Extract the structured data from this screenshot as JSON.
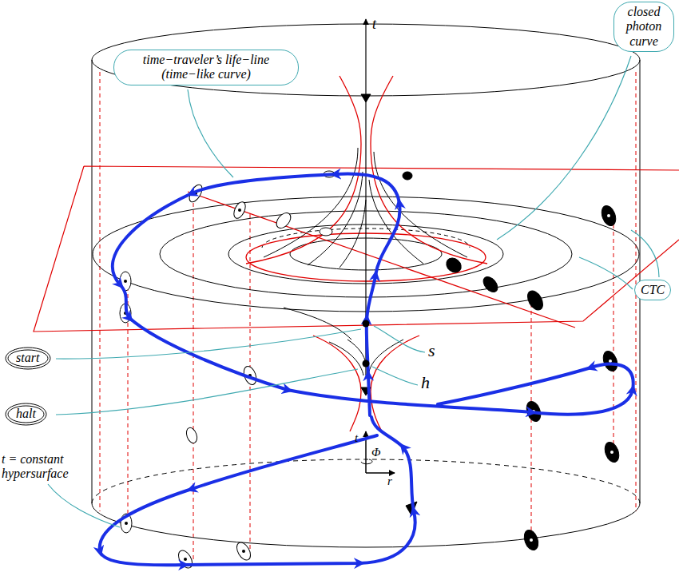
{
  "diagram": {
    "nodes": [
      {
        "text": [
          "time−traveler’s life−line (time−like curve)"
        ]
      },
      {
        "text": [
          "closed photon curve"
        ]
      },
      {
        "text": [
          "CTC"
        ]
      },
      {
        "text": [
          "start"
        ]
      },
      {
        "text": [
          "halt"
        ]
      }
    ],
    "labels": [
      "t",
      "s",
      "h",
      "t",
      "Φ",
      "r",
      "t = constant hypersurface"
    ]
  }
}
